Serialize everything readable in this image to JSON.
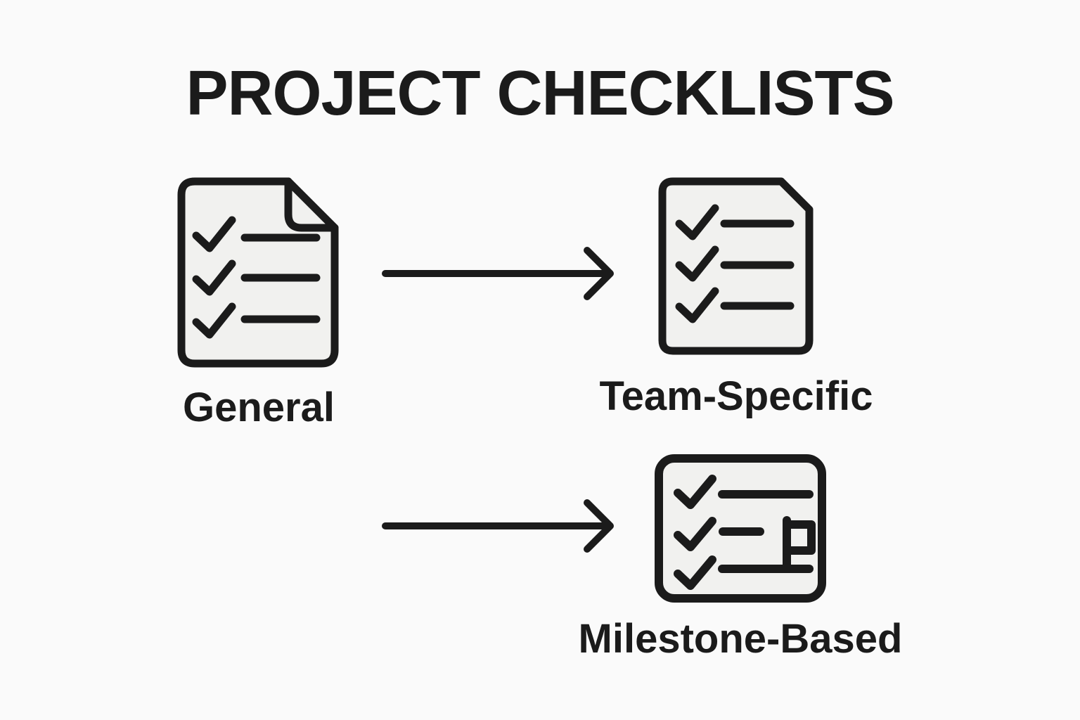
{
  "page": {
    "title": "PROJECT CHECKLISTS",
    "background_color": "#fafafa"
  },
  "colors": {
    "ink": "#1b1b1b",
    "icon_fill": "#f1f1ef"
  },
  "diagram": {
    "nodes": [
      {
        "id": "general",
        "label": "General",
        "icon": "document-checklist-icon",
        "checkmark_count": 3
      },
      {
        "id": "team-specific",
        "label": "Team-Specific",
        "icon": "document-checklist-icon",
        "checkmark_count": 3
      },
      {
        "id": "milestone-based",
        "label": "Milestone-Based",
        "icon": "flag-checklist-icon",
        "checkmark_count": 3
      }
    ],
    "edges": [
      {
        "from": "General",
        "to": "Team-Specific",
        "type": "right-arrow"
      },
      {
        "from": "General",
        "to": "Milestone-Based",
        "type": "right-arrow"
      }
    ]
  }
}
